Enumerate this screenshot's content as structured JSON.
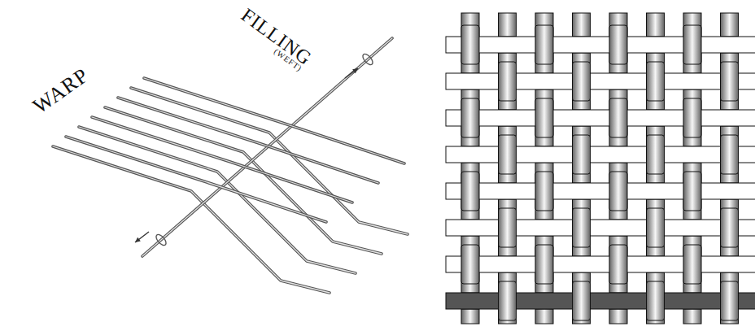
{
  "diagram": {
    "labels": [
      "WARP",
      "FILLING",
      "(WEFT)"
    ]
  }
}
